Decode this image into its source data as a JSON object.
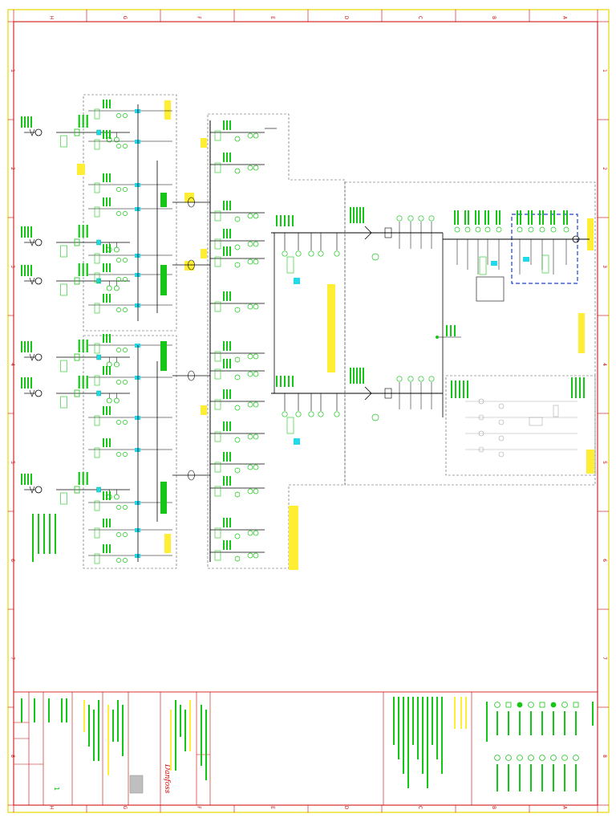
{
  "drawing": {
    "frame_color": "#e8d800",
    "border_color": "#cc0000",
    "line_color": "#000000",
    "text_color": "#16c616",
    "annotation_color": "#ffee33",
    "highlight_color": "#1f3fd0",
    "cyan_color": "#21d9e8",
    "zone_letters_top": [
      "H",
      "G",
      "F",
      "E",
      "D",
      "C",
      "B",
      "A"
    ],
    "zone_numbers_left": [
      "1",
      "2",
      "3",
      "4",
      "5",
      "6",
      "7",
      "8"
    ],
    "zone_numbers_right": [
      "1",
      "2",
      "3",
      "4",
      "5",
      "6",
      "7",
      "8"
    ]
  },
  "title_block": {
    "sheet_no": "1",
    "company": "Danfoss"
  }
}
